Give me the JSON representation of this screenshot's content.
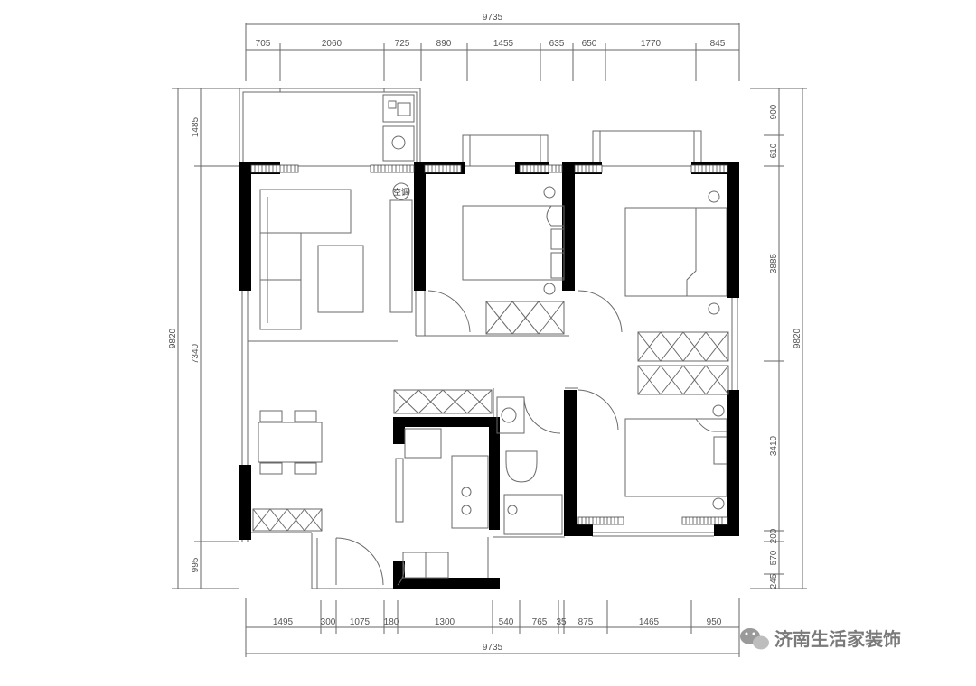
{
  "dimensions": {
    "top_total": "9735",
    "top_segments": [
      "705",
      "2060",
      "725",
      "890",
      "1455",
      "635",
      "650",
      "1770",
      "845"
    ],
    "bottom_total": "9735",
    "bottom_segments": [
      "1495",
      "300",
      "1075",
      "180",
      "1300",
      "540",
      "765",
      "35",
      "875",
      "1465",
      "950"
    ],
    "left_outer": "9820",
    "left_segments": [
      "1485",
      "7340",
      "995"
    ],
    "right_outer": "9820",
    "right_segments": [
      "900",
      "610",
      "3885",
      "3410",
      "200",
      "570",
      "245"
    ]
  },
  "labels": {
    "ac": "空调"
  },
  "watermark": {
    "text": "济南生活家装饰",
    "icon": "wechat-icon"
  },
  "colors": {
    "wall": "#000000",
    "line": "#6a6a6a",
    "watermark": "#7a7a7a"
  }
}
